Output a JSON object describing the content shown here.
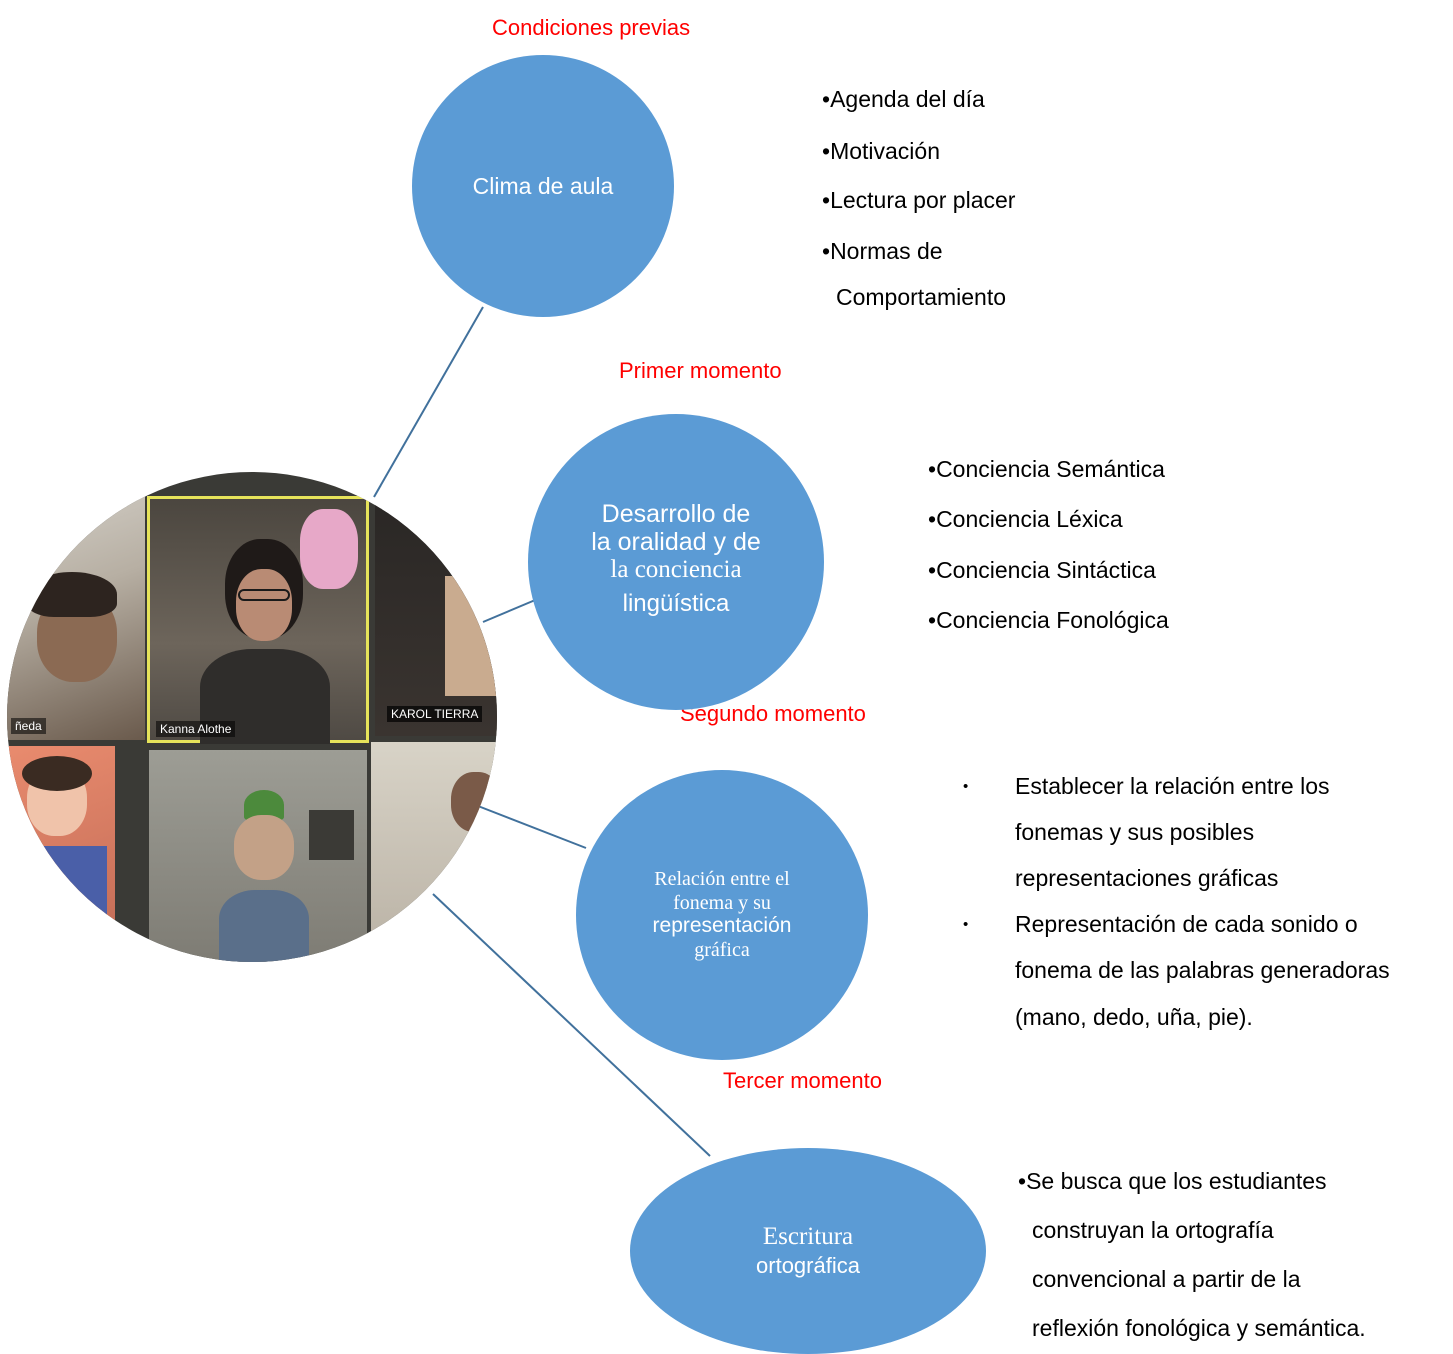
{
  "diagram": {
    "headings": {
      "previous": "Condiciones previas",
      "first": "Primer momento",
      "second": "Segundo momento",
      "third": "Tercer momento"
    },
    "nodes": {
      "classroom": {
        "text": "Clima de aula"
      },
      "orality": {
        "lines": [
          "Desarrollo  de",
          "la oralidad y de",
          "la conciencia",
          "lingüística"
        ]
      },
      "phoneme": {
        "lines": [
          "Relación entre el",
          "fonema y su",
          "representación",
          "gráfica"
        ]
      },
      "writing": {
        "lines": [
          "Escritura",
          "ortográfica"
        ]
      }
    },
    "lists": {
      "classroom": [
        "Agenda del día",
        "Motivación",
        "Lectura por placer",
        "Normas de",
        "Comportamiento"
      ],
      "orality": [
        "Conciencia Semántica",
        "Conciencia Léxica",
        "Conciencia Sintáctica",
        "Conciencia Fonológica"
      ],
      "phoneme": [
        [
          "Establecer la relación entre los",
          "fonemas y    sus posibles",
          "representaciones gráficas"
        ],
        [
          "Representación de cada sonido o",
          "fonema de las palabras generadoras",
          "(mano, dedo, uña, pie)."
        ]
      ],
      "writing": [
        "Se busca que los estudiantes",
        "construyan la ortografía",
        "convencional a partir de la",
        "reflexión fonológica y semántica."
      ]
    },
    "bullet_char": "•",
    "photo": {
      "name_tags": [
        "ñeda",
        "Kanna Alothe",
        "KAROL TIERRA"
      ]
    },
    "colors": {
      "node_fill": "#5b9bd5",
      "heading": "#ff0000",
      "connector": "#41719c"
    }
  }
}
